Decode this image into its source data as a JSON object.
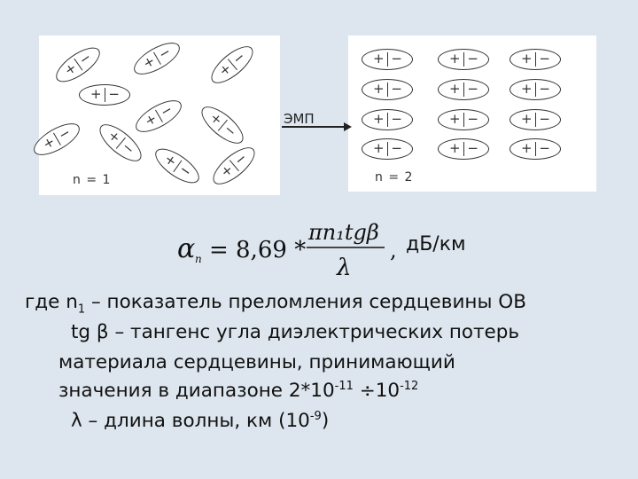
{
  "diagram": {
    "left_label": "n = 1",
    "right_label": "n = 2",
    "arrow_label": "ЭМП",
    "plus_sign": "+",
    "minus_sign": "−"
  },
  "formula": {
    "alpha_symbol": "α",
    "alpha_subscript": "п",
    "lhs_equals": "= 8,69 *",
    "numerator": "πn₁tgβ",
    "denominator": "λ",
    "comma": ",",
    "unit": "дБ/км"
  },
  "description": {
    "line1_prefix": "где  n",
    "line1_sub": "1",
    "line1_rest": " – показатель преломления сердцевины ОВ",
    "line2": "tg β – тангенс угла диэлектрических потерь",
    "line3": "материала сердцевины, принимающий",
    "line4_prefix": "значения в диапазоне 2*10",
    "line4_exp1": "-11",
    "line4_mid": " ÷10",
    "line4_exp2": "-12",
    "line5_prefix": "λ – длина волны, км (10",
    "line5_exp": "-9",
    "line5_suffix": ")"
  }
}
